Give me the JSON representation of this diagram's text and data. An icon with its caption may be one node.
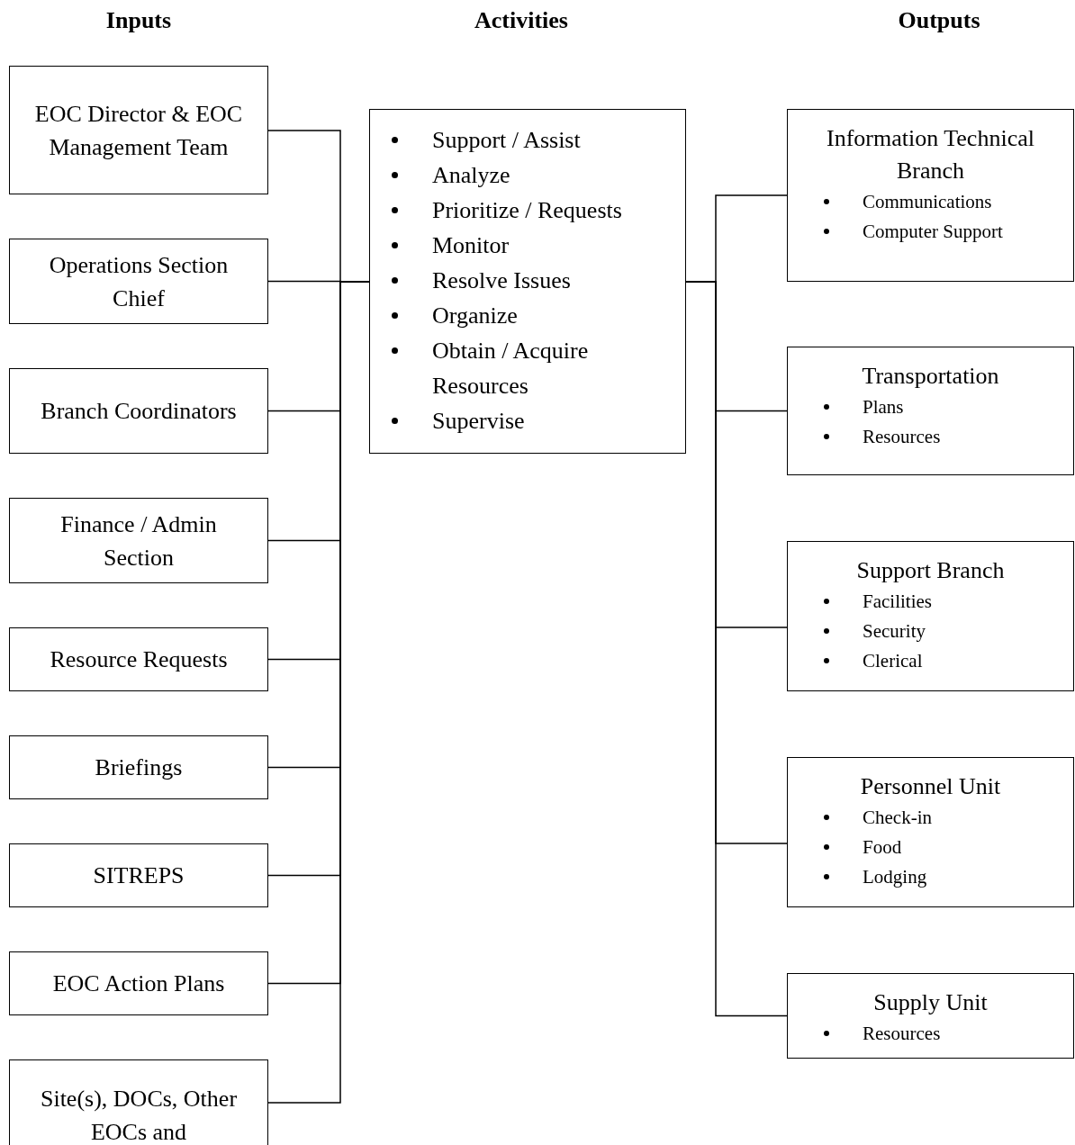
{
  "diagram": {
    "nodes": [
      {
        "text": [
          "EOC Director & EOC Management Team"
        ]
      },
      {
        "text": [
          "Operations Section Chief"
        ]
      },
      {
        "text": [
          "Branch Coordinators"
        ]
      },
      {
        "text": [
          "Finance / Admin Section"
        ]
      },
      {
        "text": [
          "Resource Requests"
        ]
      },
      {
        "text": [
          "Briefings"
        ]
      },
      {
        "text": [
          "SITREPS"
        ]
      },
      {
        "text": [
          "EOC Action Plans"
        ]
      },
      {
        "text": [
          "Site(s), DOCs, Other EOCs and"
        ]
      },
      {
        "text": [
          "Support / Assist",
          "Analyze",
          "Prioritize / Requests",
          "Monitor",
          "Resolve Issues",
          "Organize",
          "Obtain / Acquire Resources",
          "Supervise"
        ]
      },
      {
        "text": [
          "Information Technical Branch",
          "Communications",
          "Computer Support"
        ]
      },
      {
        "text": [
          "Transportation",
          "Plans",
          "Resources"
        ]
      },
      {
        "text": [
          "Support Branch",
          "Facilities",
          "Security",
          "Clerical"
        ]
      },
      {
        "text": [
          "Personnel Unit",
          "Check-in",
          "Food",
          "Lodging"
        ]
      },
      {
        "text": [
          "Supply Unit",
          "Resources"
        ]
      }
    ],
    "edges": [
      {
        "from": 0,
        "to": 9,
        "arrow": "none"
      },
      {
        "from": 1,
        "to": 9,
        "arrow": "none"
      },
      {
        "from": 2,
        "to": 9,
        "arrow": "none"
      },
      {
        "from": 3,
        "to": 9,
        "arrow": "none"
      },
      {
        "from": 4,
        "to": 9,
        "arrow": "none"
      },
      {
        "from": 5,
        "to": 9,
        "arrow": "none"
      },
      {
        "from": 6,
        "to": 9,
        "arrow": "none"
      },
      {
        "from": 7,
        "to": 9,
        "arrow": "none"
      },
      {
        "from": 8,
        "to": 9,
        "arrow": "none"
      },
      {
        "from": 9,
        "to": 10,
        "arrow": "none"
      },
      {
        "from": 9,
        "to": 11,
        "arrow": "none"
      },
      {
        "from": 9,
        "to": 12,
        "arrow": "none"
      },
      {
        "from": 9,
        "to": 13,
        "arrow": "none"
      },
      {
        "from": 9,
        "to": 14,
        "arrow": "none"
      }
    ],
    "labels": [
      "Inputs",
      "Activities",
      "Outputs"
    ]
  }
}
